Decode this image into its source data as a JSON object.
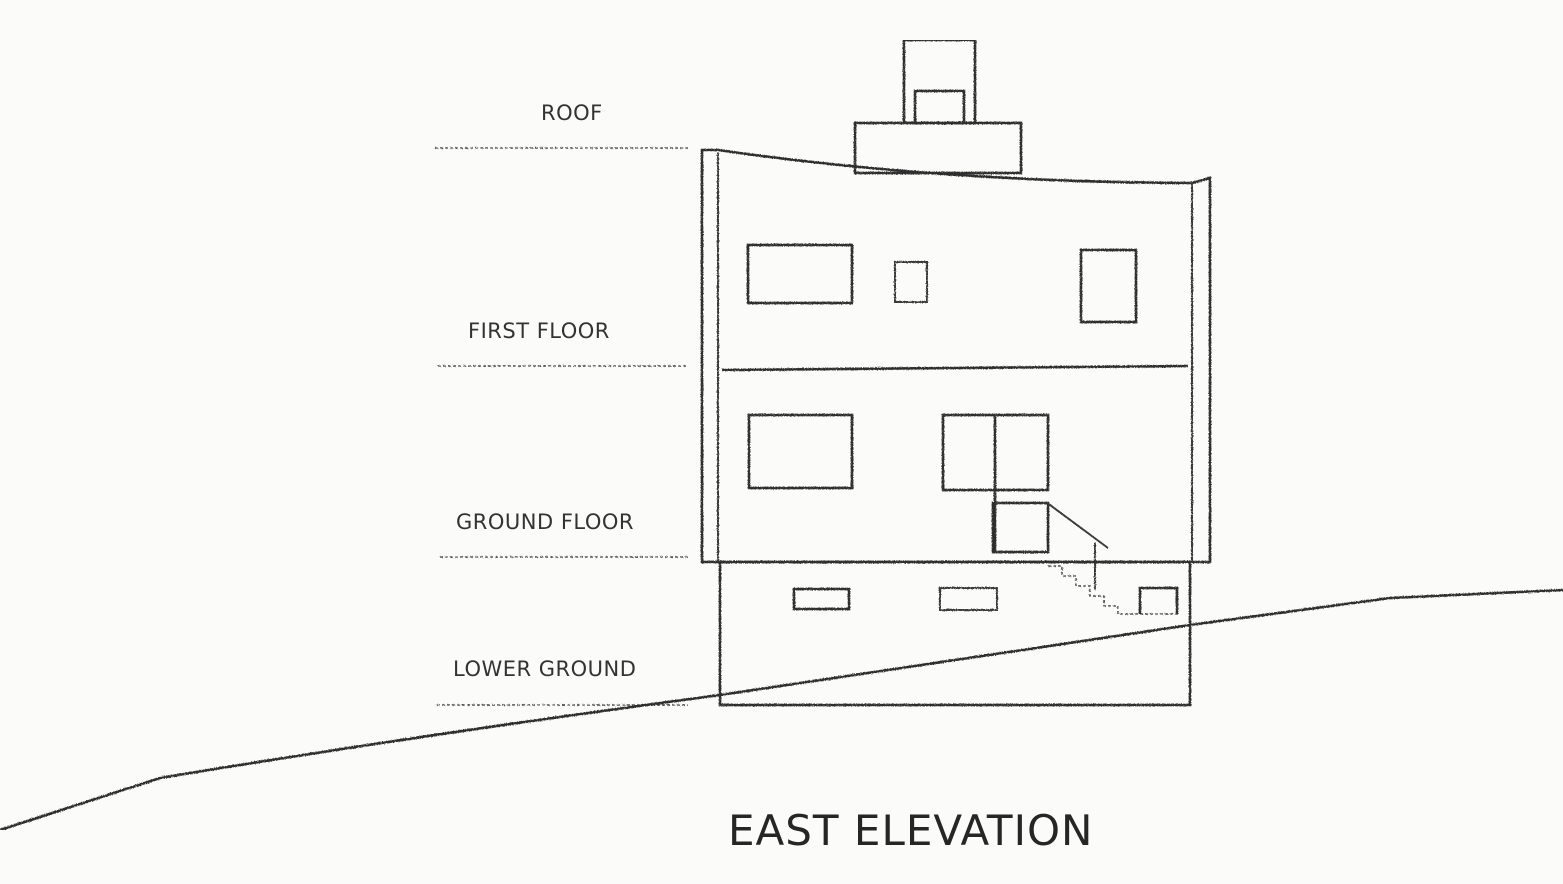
{
  "title": "EAST ELEVATION",
  "levels": {
    "roof": "ROOF",
    "first_floor": "FIRST FLOOR",
    "ground_floor": "GROUND FLOOR",
    "lower_ground": "LOWER GROUND"
  },
  "colors": {
    "ink": "#2e2e2e",
    "paper": "#fbfbfa"
  }
}
